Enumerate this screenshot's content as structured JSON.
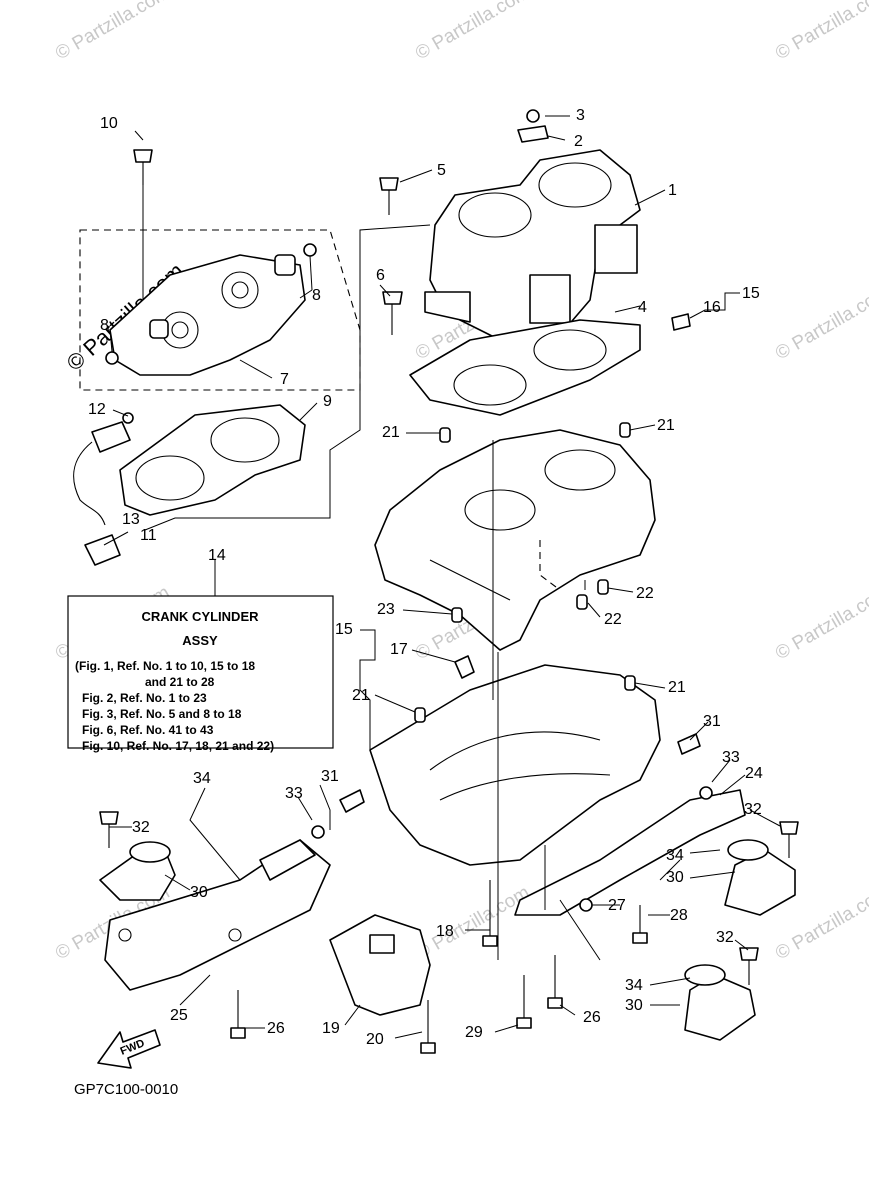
{
  "watermark": "© Partzilla.com",
  "diagram_code": "GP7C100-0010",
  "fwd_label": "FWD",
  "note_box": {
    "title": "CRANK CYLINDER",
    "subtitle": "ASSY",
    "lines": [
      "(Fig. 1, Ref. No. 1 to 10, 15 to 18",
      "and 21 to 28",
      "Fig. 2, Ref. No. 1 to 23",
      "Fig. 3, Ref. No. 5 and 8 to 18",
      "Fig. 6, Ref. No. 41 to 43",
      "Fig. 10, Ref. No. 17, 18, 21 and 22)"
    ]
  },
  "callouts": {
    "c1": "1",
    "c2": "2",
    "c3": "3",
    "c4": "4",
    "c5": "5",
    "c6": "6",
    "c7": "7",
    "c8a": "8",
    "c8b": "8",
    "c9": "9",
    "c10": "10",
    "c11": "11",
    "c12": "12",
    "c13": "13",
    "c14": "14",
    "c15a": "15",
    "c15b": "15",
    "c16": "16",
    "c17": "17",
    "c18": "18",
    "c19": "19",
    "c20": "20",
    "c21a": "21",
    "c21b": "21",
    "c21c": "21",
    "c21d": "21",
    "c22a": "22",
    "c22b": "22",
    "c23": "23",
    "c24": "24",
    "c25": "25",
    "c26a": "26",
    "c26b": "26",
    "c27": "27",
    "c28": "28",
    "c29": "29",
    "c30a": "30",
    "c30b": "30",
    "c30c": "30",
    "c31a": "31",
    "c31b": "31",
    "c32a": "32",
    "c32b": "32",
    "c32c": "32",
    "c33a": "33",
    "c33b": "33",
    "c34a": "34",
    "c34b": "34",
    "c34c": "34"
  }
}
